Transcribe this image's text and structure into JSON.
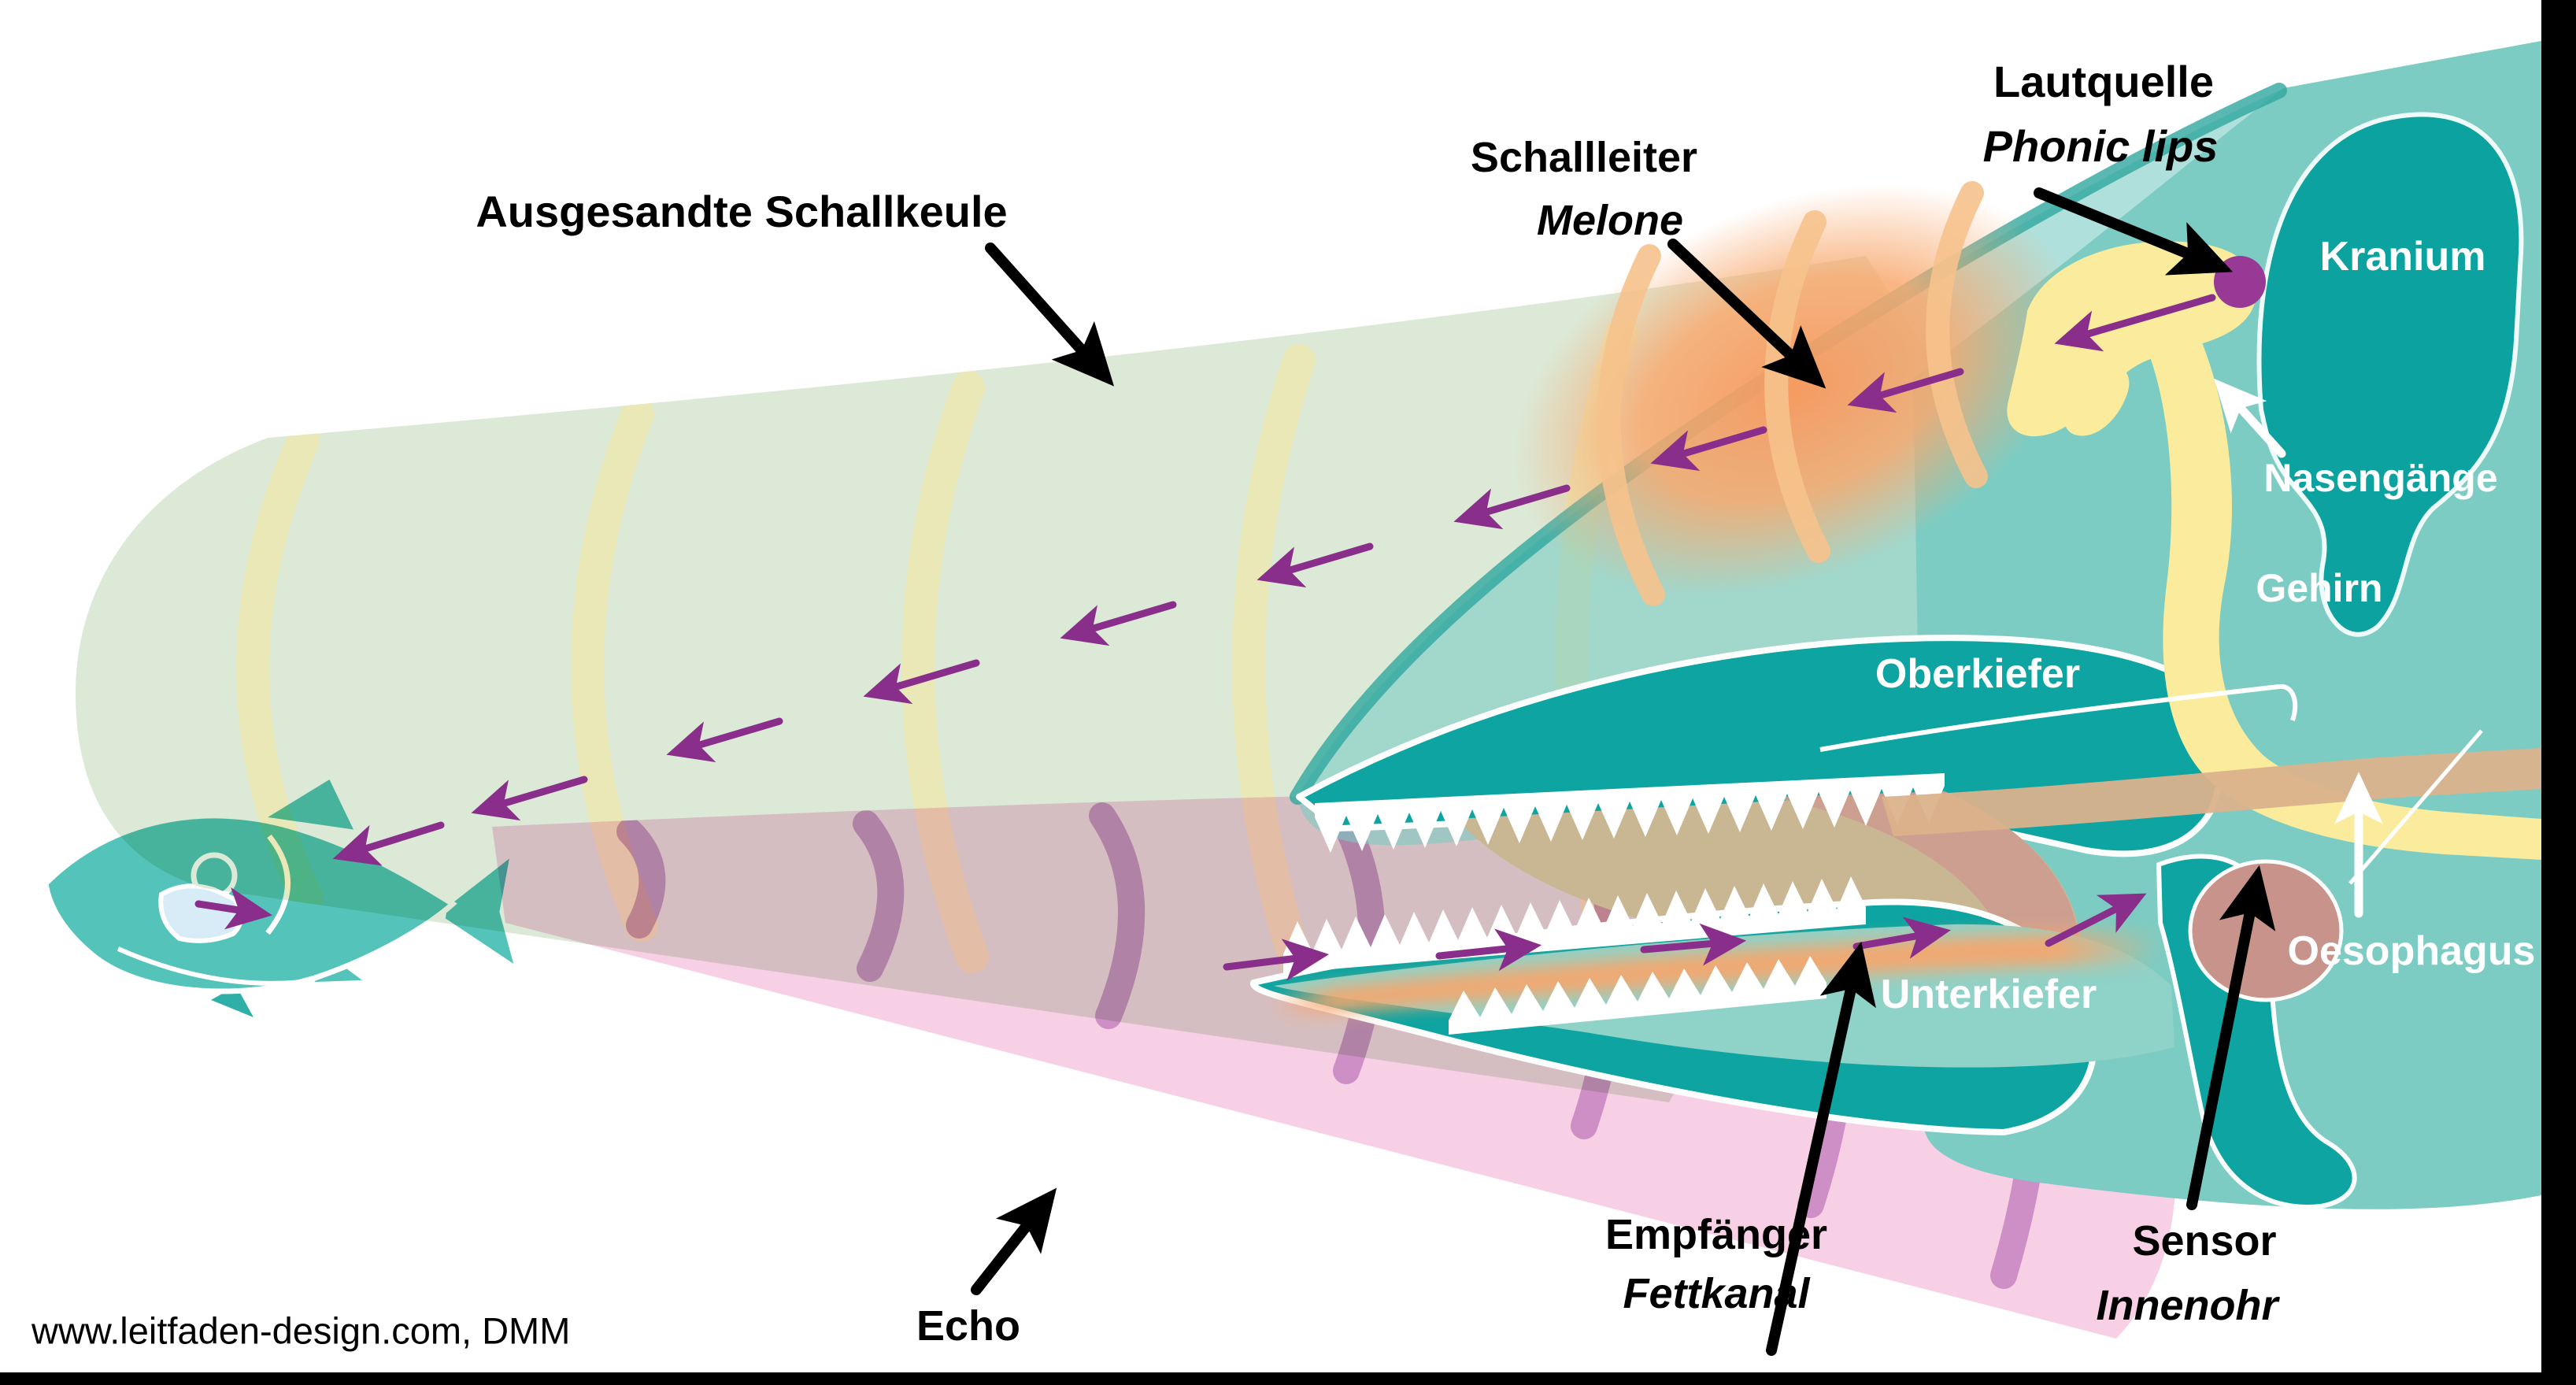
{
  "labels": {
    "ausgesandte_schallkeule": "Ausgesandte Schallkeule",
    "schallleiter": "Schallleiter",
    "melone": "Melone",
    "lautquelle": "Lautquelle",
    "phonic_lips": "Phonic lips",
    "kranium": "Kranium",
    "nasengaenge": "Nasengänge",
    "gehirn": "Gehirn",
    "oberkiefer": "Oberkiefer",
    "unterkiefer": "Unterkiefer",
    "oesophagus": "Oesophagus",
    "sensor": "Sensor",
    "innenohr": "Innenohr",
    "empfaenger": "Empfänger",
    "fettkanal": "Fettkanal",
    "echo": "Echo"
  },
  "watermark": "www.leitfaden-design.com, DMM",
  "colors": {
    "emitted_beam_green": "#D9E8D4",
    "beam_arc_yellow": "#EFE9B0",
    "echo_beam_pink": "#F8CDE5",
    "echo_arc_purple": "#C988C2",
    "sound_arrow_purple": "#8A2E8C",
    "whale_body_teal": "#7CCCC3",
    "whale_bone_dark_teal": "#0DA4A1",
    "nasal_passage_yellow": "#FAEC9C",
    "melon_orange": "#F79F63",
    "phonic_lips_purple": "#983A95",
    "oesophagus_tan": "#DBB28C",
    "inner_ear_brown": "#C7938A",
    "fish_teal": "#54C4BB"
  }
}
